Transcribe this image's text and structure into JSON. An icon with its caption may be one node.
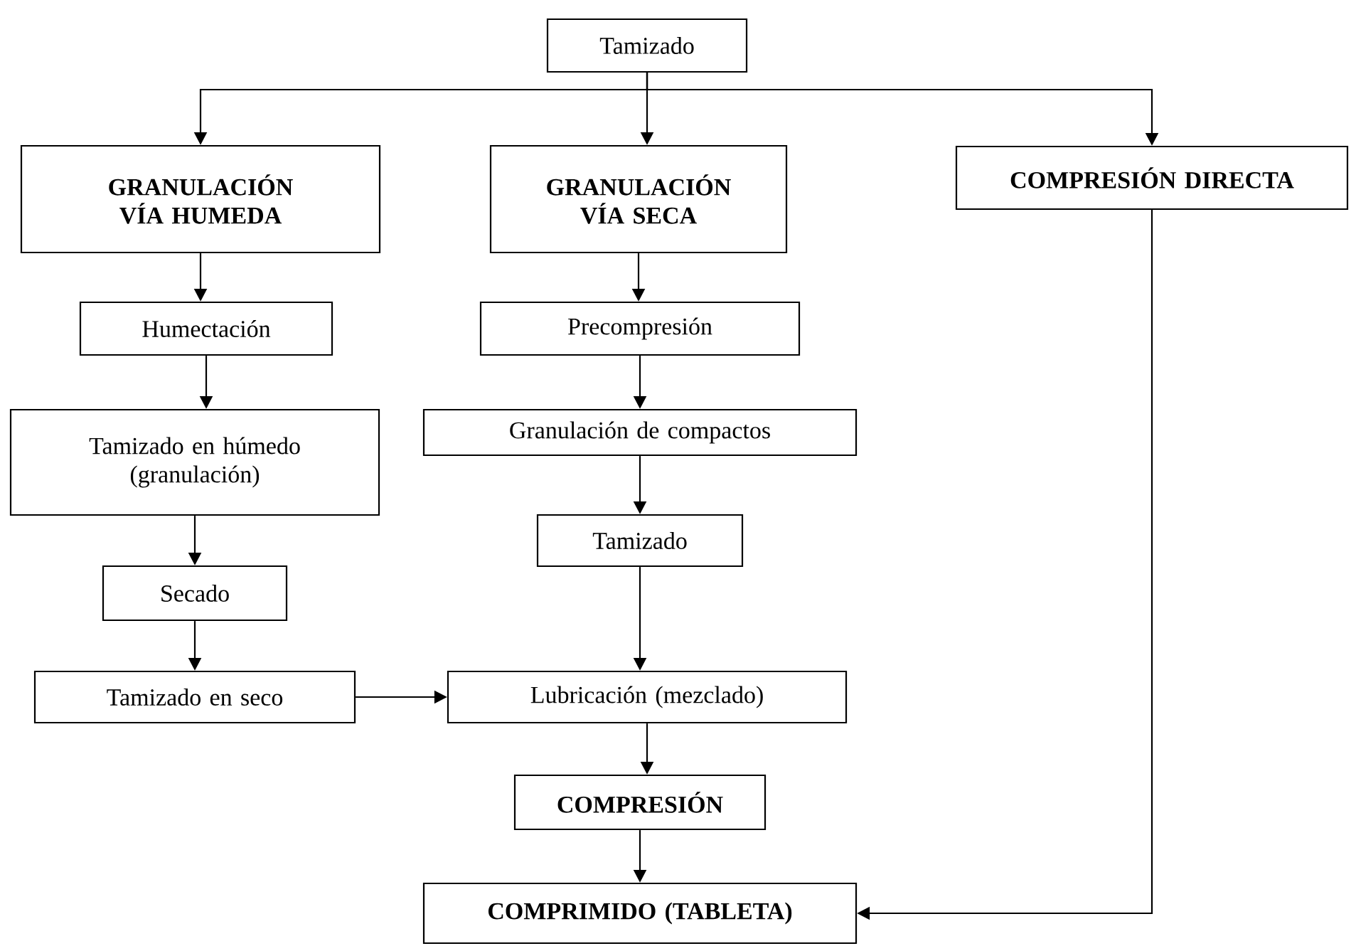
{
  "diagram": {
    "nodes": [
      {
        "text": [
          "Tamizado"
        ]
      },
      {
        "text": [
          "GRANULACIÓN VÍA HUMEDA"
        ]
      },
      {
        "text": [
          "GRANULACIÓN VÍA SECA"
        ]
      },
      {
        "text": [
          "COMPRESIÓN DIRECTA"
        ]
      },
      {
        "text": [
          "Humectación"
        ]
      },
      {
        "text": [
          "Precompresión"
        ]
      },
      {
        "text": [
          "Tamizado en húmedo (granulación)"
        ]
      },
      {
        "text": [
          "Granulación de compactos"
        ]
      },
      {
        "text": [
          "Tamizado"
        ]
      },
      {
        "text": [
          "Secado"
        ]
      },
      {
        "text": [
          "Tamizado en seco"
        ]
      },
      {
        "text": [
          "Lubricación (mezclado)"
        ]
      },
      {
        "text": [
          "COMPRESIÓN"
        ]
      },
      {
        "text": [
          "COMPRIMIDO (TABLETA)"
        ]
      }
    ],
    "edges": [
      {
        "from": 0,
        "to": 1,
        "arrow": "to"
      },
      {
        "from": 0,
        "to": 2,
        "arrow": "to"
      },
      {
        "from": 0,
        "to": 3,
        "arrow": "to"
      },
      {
        "from": 1,
        "to": 4,
        "arrow": "to"
      },
      {
        "from": 4,
        "to": 6,
        "arrow": "to"
      },
      {
        "from": 6,
        "to": 9,
        "arrow": "to"
      },
      {
        "from": 9,
        "to": 10,
        "arrow": "to"
      },
      {
        "from": 10,
        "to": 11,
        "arrow": "to"
      },
      {
        "from": 2,
        "to": 5,
        "arrow": "to"
      },
      {
        "from": 5,
        "to": 7,
        "arrow": "to"
      },
      {
        "from": 7,
        "to": 8,
        "arrow": "to"
      },
      {
        "from": 8,
        "to": 11,
        "arrow": "to"
      },
      {
        "from": 11,
        "to": 12,
        "arrow": "to"
      },
      {
        "from": 12,
        "to": 13,
        "arrow": "to"
      },
      {
        "from": 3,
        "to": 13,
        "arrow": "to"
      }
    ]
  }
}
